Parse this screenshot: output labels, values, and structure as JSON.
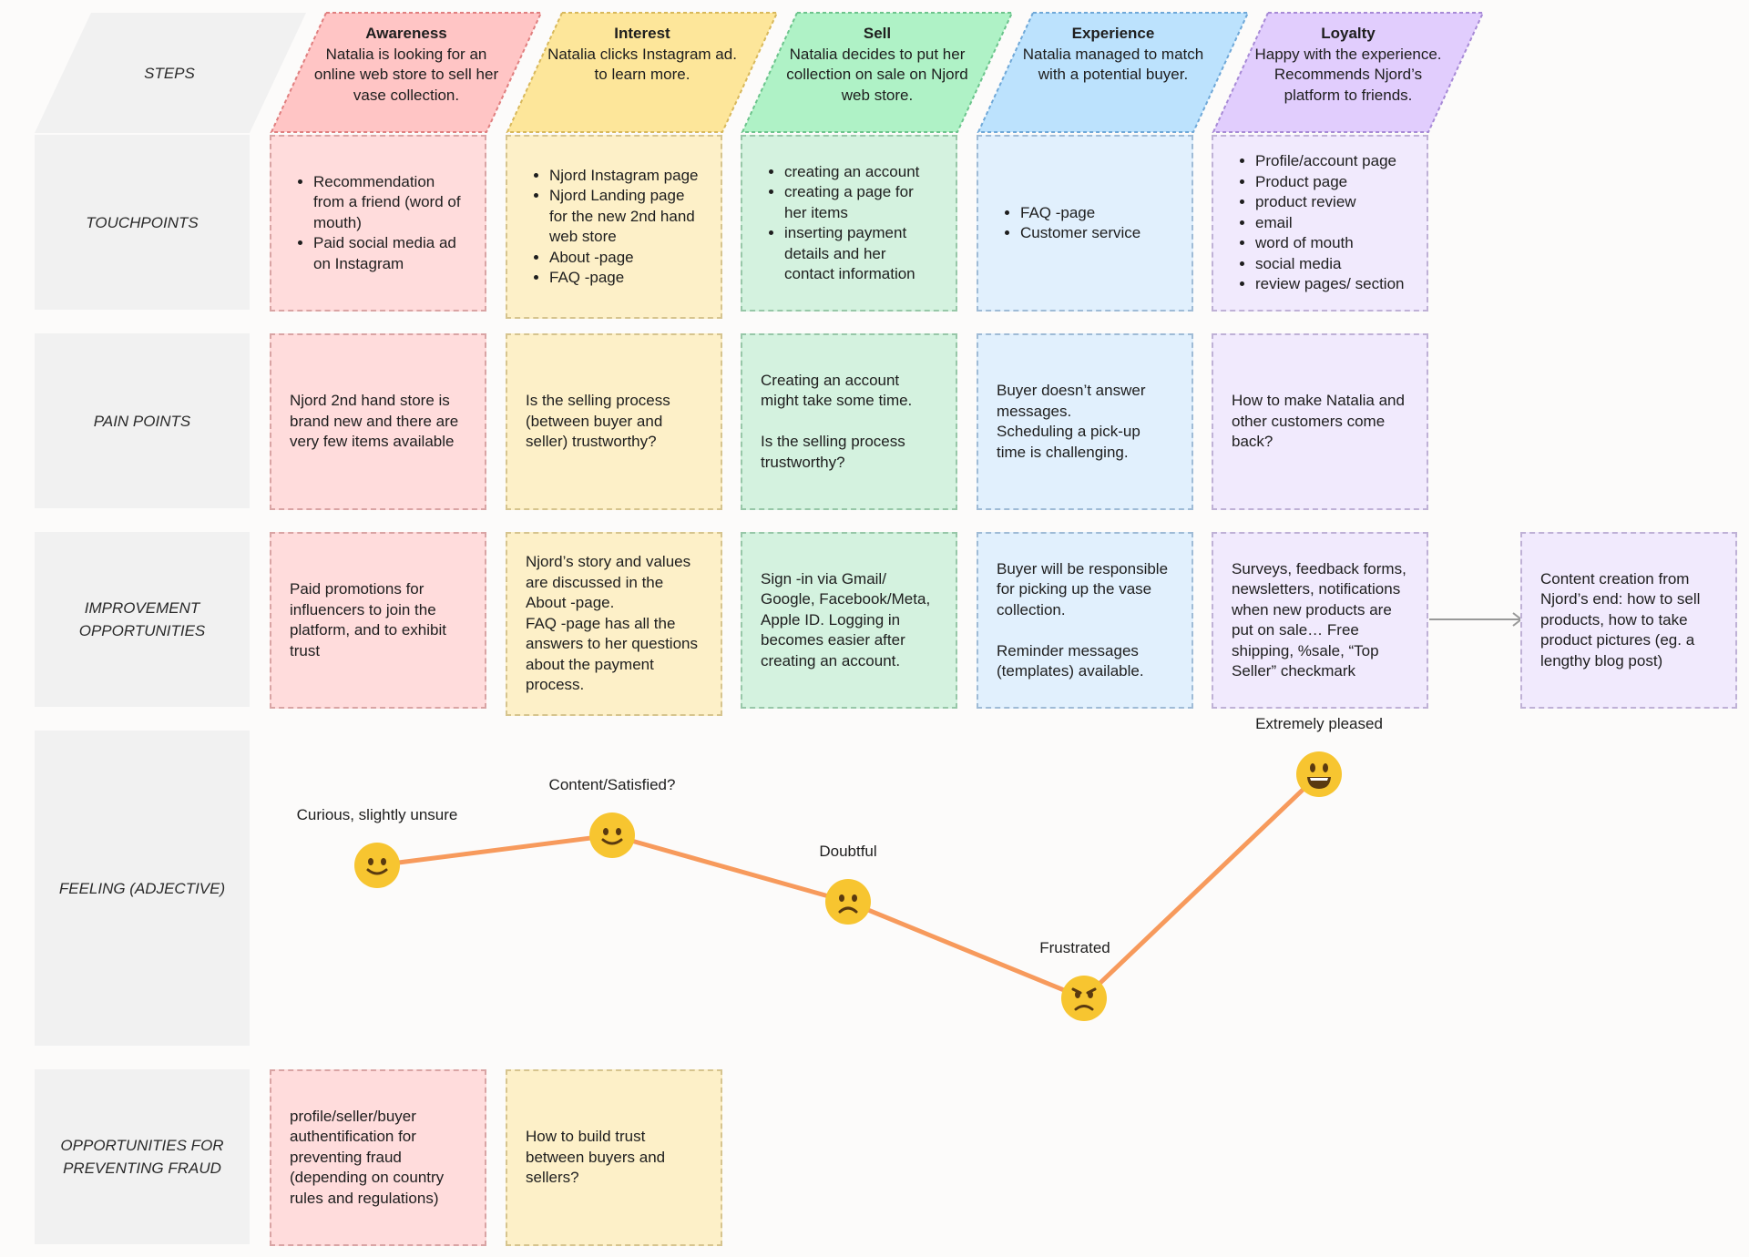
{
  "rows": {
    "steps": "STEPS",
    "touchpoints": "TOUCHPOINTS",
    "pain_points": "PAIN POINTS",
    "improvement": "IMPROVEMENT OPPORTUNITIES",
    "feeling": "FEELING (ADJECTIVE)",
    "fraud": "OPPORTUNITIES FOR PREVENTING FRAUD"
  },
  "steps": [
    {
      "title": "Awareness",
      "text": "Natalia is looking for an online web store to sell her vase collection.",
      "color": "#ffc5c5"
    },
    {
      "title": "Interest",
      "text": "Natalia clicks Instagram ad. to learn more.",
      "color": "#fde69a"
    },
    {
      "title": "Sell",
      "text": "Natalia decides to put her collection on sale on Njord web store.",
      "color": "#aff2c6"
    },
    {
      "title": "Experience",
      "text": "Natalia managed to match with a potential buyer.",
      "color": "#bce2fd"
    },
    {
      "title": "Loyalty",
      "text": "Happy with the experience. Recommends Njord’s platform to friends.",
      "color": "#e1cdfd"
    }
  ],
  "touchpoints": [
    [
      "Recommendation from a friend (word of mouth)",
      "Paid social media ad on Instagram"
    ],
    [
      "Njord Instagram page",
      "Njord Landing page for the new 2nd hand web store",
      "About -page",
      "FAQ -page"
    ],
    [
      "creating an account",
      "creating a page for her items",
      "inserting payment details and her contact information"
    ],
    [
      "FAQ -page",
      "Customer service"
    ],
    [
      "Profile/account page",
      "Product page",
      "product review",
      "email",
      "word of mouth",
      "social media",
      "review pages/ section"
    ]
  ],
  "pain_points": [
    [
      "Njord 2nd hand store is brand new and there are very few items available"
    ],
    [
      "Is the selling process (between buyer and seller) trustworthy?"
    ],
    [
      "Creating an account might take some time.",
      "Is the selling process trustworthy?"
    ],
    [
      "Buyer doesn’t answer messages.",
      "Scheduling a pick-up time is challenging."
    ],
    [
      "How to make Natalia and other customers come back?"
    ]
  ],
  "improvements": [
    [
      "Paid promotions for influencers to join the platform, and to exhibit trust"
    ],
    [
      "Njord’s story and values are discussed in the About -page.",
      "FAQ -page has all the answers to her questions about the payment process."
    ],
    [
      "Sign -in via Gmail/ Google, Facebook/Meta, Apple ID. Logging in becomes easier after creating an account."
    ],
    [
      "Buyer will be responsible for picking up the vase collection.",
      "Reminder messages (templates) available."
    ],
    [
      "Surveys, feedback forms, newsletters, notifications when new products are put on sale… Free shipping, %sale, “Top Seller” checkmark"
    ]
  ],
  "extra_improvement": "Content creation from Njord’s end: how to sell products, how to take product pictures (eg. a lengthy blog post)",
  "feelings": [
    {
      "label": "Curious, slightly unsure",
      "face": "slight-smile"
    },
    {
      "label": "Content/Satisfied?",
      "face": "slight-smile"
    },
    {
      "label": "Doubtful",
      "face": "frown"
    },
    {
      "label": "Frustrated",
      "face": "angry"
    },
    {
      "label": "Extremely pleased",
      "face": "big-smile"
    }
  ],
  "fraud": [
    "profile/seller/buyer authentification for preventing fraud (depending on country rules and regulations)",
    "How to build trust between buyers and sellers?"
  ],
  "colors": {
    "line": "#f79a5c",
    "emoji": "#f7c530",
    "arrow": "#999999"
  }
}
